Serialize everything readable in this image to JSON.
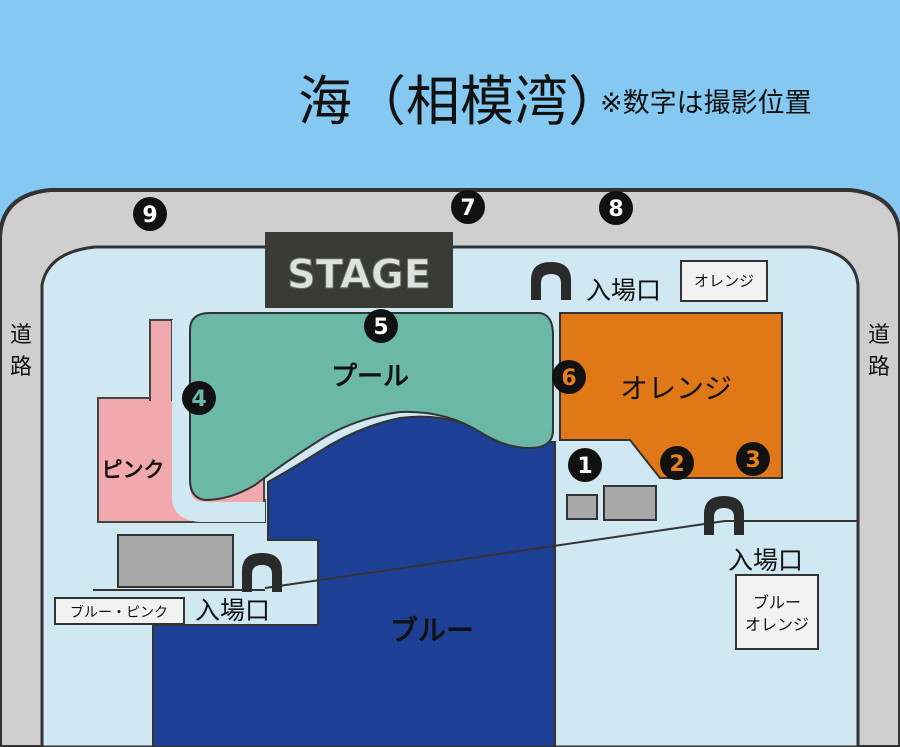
{
  "header": {
    "title": "海（相模湾）",
    "note": "※数字は撮影位置"
  },
  "road": {
    "label_left": "道路",
    "label_right": "道路"
  },
  "stage": {
    "label": "STAGE"
  },
  "areas": {
    "pool": "プール",
    "orange": "オレンジ",
    "pink": "ピンク",
    "blue": "ブルー"
  },
  "entrances": {
    "top": {
      "label": "入場口",
      "sign": "オレンジ"
    },
    "right": {
      "label": "入場口",
      "sign_line1": "ブルー",
      "sign_line2": "オレンジ"
    },
    "left": {
      "label": "入場口",
      "sign": "ブルー・ピンク"
    }
  },
  "photo_positions": {
    "p1": "1",
    "p2": "2",
    "p3": "3",
    "p4": "4",
    "p5": "5",
    "p6": "6",
    "p7": "7",
    "p8": "8",
    "p9": "9"
  },
  "colors": {
    "sea": "#85c9f2",
    "road": "#cfcfcf",
    "ground": "#cfe8f1",
    "pool": "#6cb8a6",
    "orange": "#e07818",
    "pink": "#f2a9ad",
    "blue": "#1d3f96",
    "stage": "#3b3b35",
    "marker": "#111111",
    "marker_orange_digit": "#e8801f"
  }
}
